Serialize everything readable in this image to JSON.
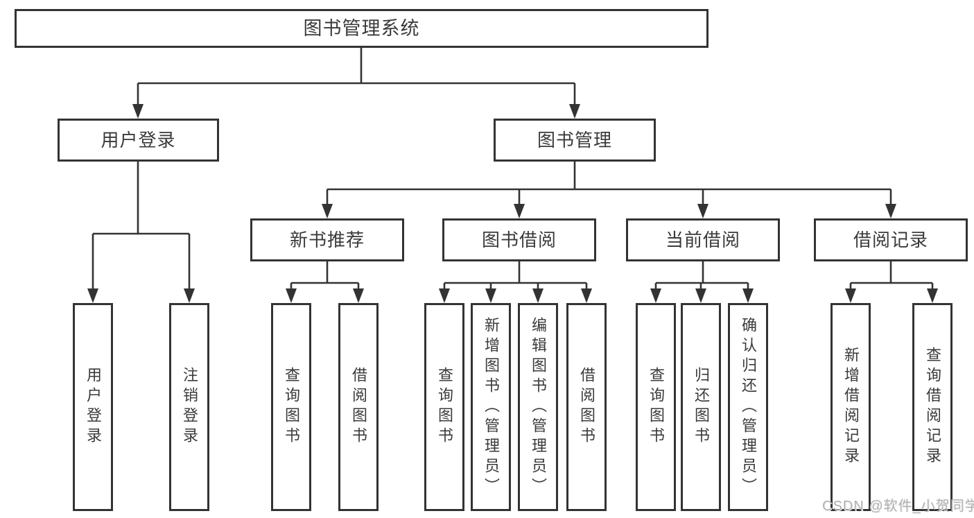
{
  "diagram": {
    "root": "图书管理系统",
    "level2": {
      "user_login": "用户登录",
      "book_mgmt": "图书管理"
    },
    "level3": {
      "new_book_rec": "新书推荐",
      "book_borrow": "图书借阅",
      "current_borrow": "当前借阅",
      "borrow_record": "借阅记录"
    },
    "leaves": {
      "user_login_login": "用户登录",
      "user_login_logout": "注销登录",
      "new_book_rec_query": "查询图书",
      "new_book_rec_borrow": "借阅图书",
      "book_borrow_query": "查询图书",
      "book_borrow_add": "新增图书（管理员）",
      "book_borrow_edit": "编辑图书（管理员）",
      "book_borrow_borrow": "借阅图书",
      "current_borrow_query": "查询图书",
      "current_borrow_return": "归还图书",
      "current_borrow_confirm": "确认归还（管理员）",
      "borrow_record_add": "新增借阅记录",
      "borrow_record_query": "查询借阅记录"
    },
    "line_color": "#333333"
  },
  "watermark": "CSDN @软件_小贺同学"
}
